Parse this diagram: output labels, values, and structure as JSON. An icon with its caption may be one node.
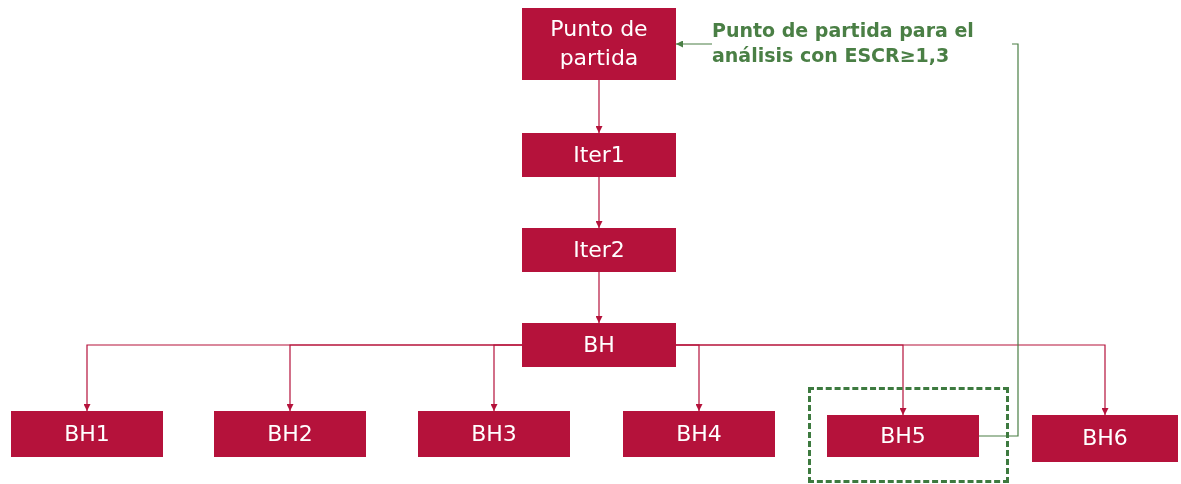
{
  "diagram": {
    "nodes": [
      {
        "text": [
          "Punto de partida"
        ]
      },
      {
        "text": [
          "Iter1"
        ]
      },
      {
        "text": [
          "Iter2"
        ]
      },
      {
        "text": [
          "BH"
        ]
      },
      {
        "text": [
          "BH1"
        ]
      },
      {
        "text": [
          "BH2"
        ]
      },
      {
        "text": [
          "BH3"
        ]
      },
      {
        "text": [
          "BH4"
        ]
      },
      {
        "text": [],
        "shape": "box"
      },
      {
        "text": [
          "BH5"
        ],
        "in": 8
      },
      {
        "text": [
          "BH6"
        ]
      }
    ],
    "edges": [
      {
        "from": 0,
        "to": 1,
        "arrow": "to"
      },
      {
        "from": 1,
        "to": 2,
        "arrow": "to"
      },
      {
        "from": 2,
        "to": 3,
        "arrow": "to"
      },
      {
        "from": 3,
        "to": 4,
        "arrow": "to"
      },
      {
        "from": 3,
        "to": 5,
        "arrow": "to"
      },
      {
        "from": 3,
        "to": 6,
        "arrow": "to"
      },
      {
        "from": 3,
        "to": 7,
        "arrow": "to"
      },
      {
        "from": 3,
        "to": 9,
        "arrow": "to"
      },
      {
        "from": 3,
        "to": 10,
        "arrow": "to"
      },
      {
        "from": 9,
        "to": 0,
        "arrow": "to",
        "label": "Punto de partida para el análisis con ESCR≥1,3",
        "color": "#4a7f45"
      }
    ]
  }
}
